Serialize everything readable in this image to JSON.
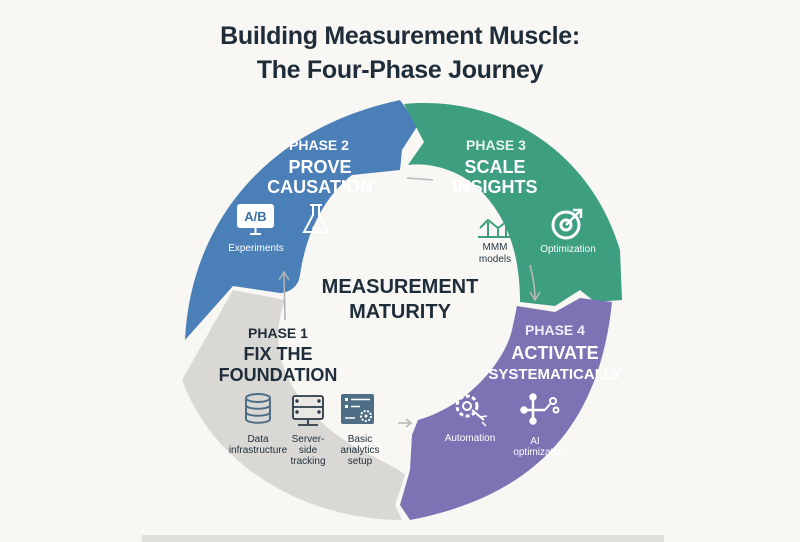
{
  "title": {
    "line1": "Building Measurement Muscle:",
    "line2": "The Four-Phase Journey"
  },
  "center": {
    "line1": "MEASUREMENT",
    "line2": "MATURITY"
  },
  "colors": {
    "phase1": "#d9d8d5",
    "phase2": "#4a7fb8",
    "phase3": "#3d9e80",
    "phase4": "#7d72b3",
    "text_dark": "#1f2d3a",
    "arrow": "#b9b9b9"
  },
  "phases": [
    {
      "number": "PHASE 1",
      "name_line1": "FIX THE",
      "name_line2": "FOUNDATION",
      "items": [
        {
          "icon": "database-icon",
          "label_lines": [
            "Data",
            "infrastructure"
          ]
        },
        {
          "icon": "server-icon",
          "label_lines": [
            "Server-",
            "side",
            "tracking"
          ]
        },
        {
          "icon": "analytics-settings-icon",
          "label_lines": [
            "Basic",
            "analytics",
            "setup"
          ]
        }
      ]
    },
    {
      "number": "PHASE 2",
      "name_line1": "PROVE",
      "name_line2": "CAUSATION",
      "items": [
        {
          "icon": "ab-test-monitor-icon",
          "icon_text": "A/B",
          "label_lines": [
            "Experiments"
          ]
        },
        {
          "icon": "flask-icon",
          "label_lines": []
        }
      ]
    },
    {
      "number": "PHASE 3",
      "name_line1": "SCALE",
      "name_line2": "INSIGHTS",
      "items": [
        {
          "icon": "growth-chart-icon",
          "label_lines": [
            "MMM",
            "models"
          ]
        },
        {
          "icon": "target-icon",
          "label_lines": [
            "Optimization"
          ]
        }
      ]
    },
    {
      "number": "PHASE 4",
      "name_line1": "ACTIVATE",
      "name_line2": "SYSTEMATICALLY",
      "items": [
        {
          "icon": "gear-automation-icon",
          "label_lines": [
            "Automation"
          ]
        },
        {
          "icon": "network-nodes-icon",
          "label_lines": [
            "AI",
            "optimization"
          ]
        }
      ]
    }
  ]
}
